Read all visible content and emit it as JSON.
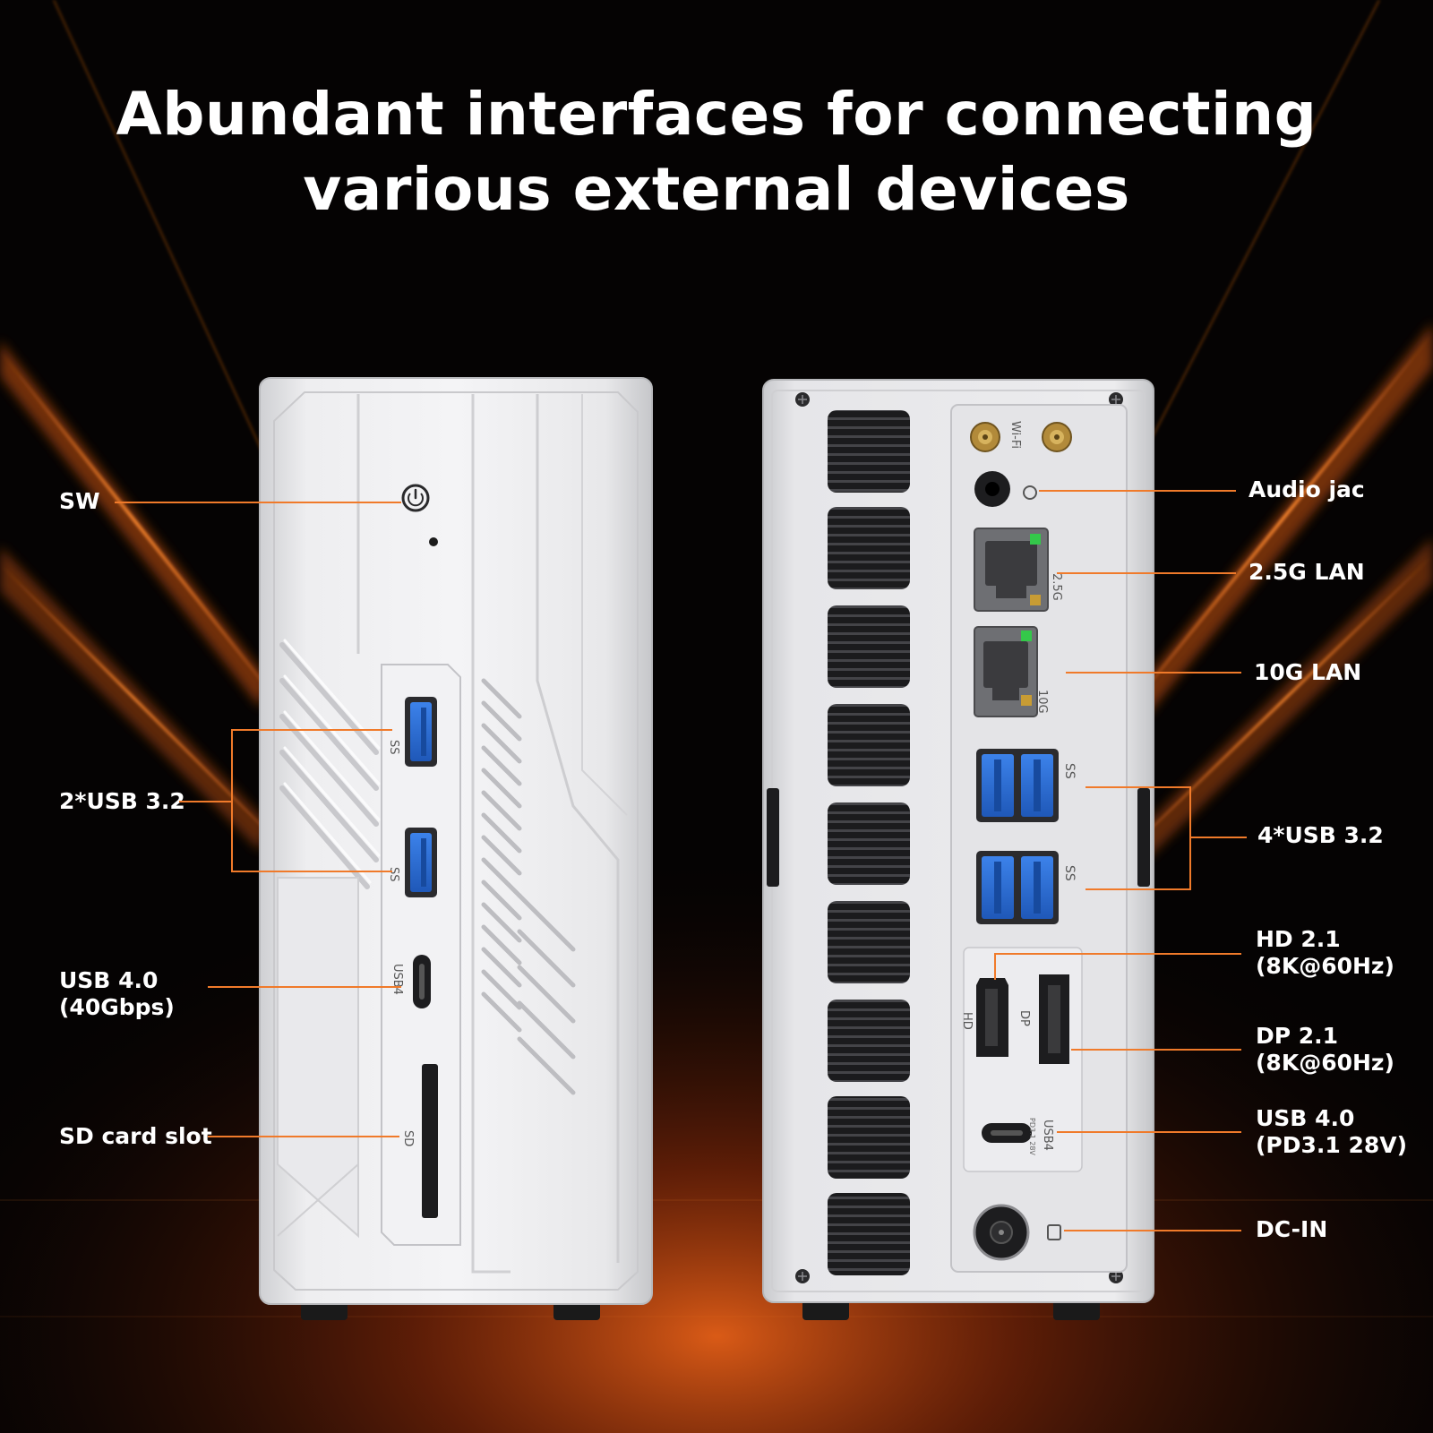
{
  "headline": {
    "line1": "Abundant interfaces for connecting",
    "line2": "various external devices"
  },
  "front_labels": {
    "sw": "SW",
    "usb32": "2*USB 3.2",
    "usb40_line1": "USB 4.0",
    "usb40_line2": "(40Gbps)",
    "sd": "SD card slot"
  },
  "rear_labels": {
    "audio": "Audio jac",
    "lan25": "2.5G LAN",
    "lan10": "10G LAN",
    "usb32": "4*USB 3.2",
    "hd_line1": "HD 2.1",
    "hd_line2": "(8K@60Hz)",
    "dp_line1": "DP 2.1",
    "dp_line2": "(8K@60Hz)",
    "usb40_line1": "USB 4.0",
    "usb40_line2": "(PD3.1 28V)",
    "dcin": "DC-IN"
  },
  "port_markings": {
    "wifi": "Wi-Fi",
    "lan25": "2.5G",
    "lan10": "10G",
    "ss": "SS",
    "usb4": "USB4",
    "pd": "PD3.1 28V",
    "hd": "HD",
    "dp": "DP",
    "sd": "SD"
  },
  "colors": {
    "accent": "#f07a2a",
    "background": "#050303",
    "chassis": "#e6e6e8",
    "usb_blue": "#2e6fd8"
  }
}
